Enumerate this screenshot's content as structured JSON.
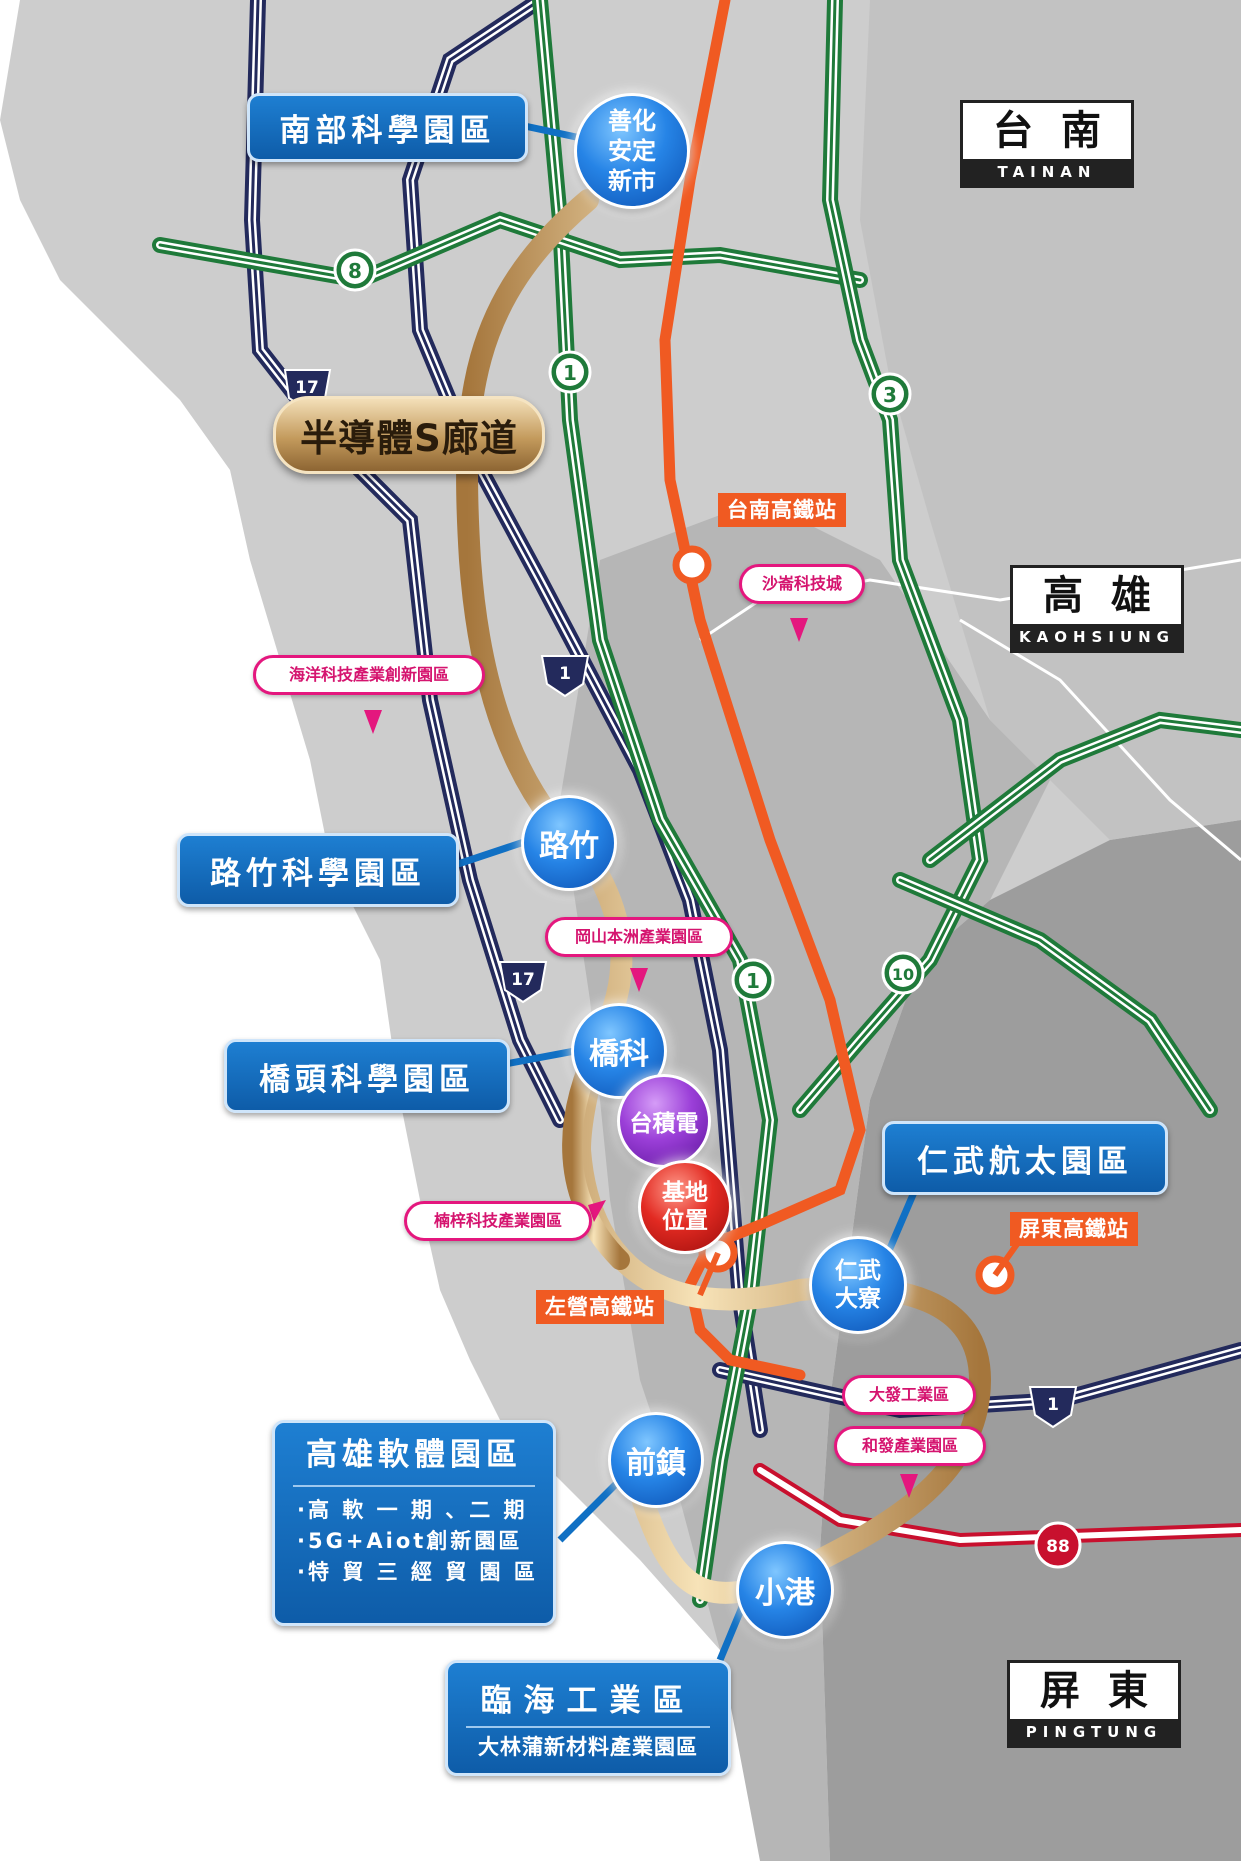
{
  "cities": {
    "tainan": {
      "cn": "台南",
      "en": "TAINAN"
    },
    "kaohsiung": {
      "cn": "高雄",
      "en": "KAOHSIUNG"
    },
    "pingtung": {
      "cn": "屏東",
      "en": "PINGTUNG"
    }
  },
  "corridor_title": "半導體S廊道",
  "science_parks": {
    "southern": "南部科學園區",
    "luzhu": "路竹科學園區",
    "qiaotou": "橋頭科學園區",
    "renwu": "仁武航太園區",
    "kaohsiung_software": {
      "title": "高雄軟體園區",
      "items": [
        "·高 軟 一 期 、二 期",
        "·5G+Aiot創新園區",
        "·特 貿 三 經 貿 園 區"
      ]
    },
    "linhai": {
      "title": "臨海工業區",
      "sub": "大林蒲新材料產業園區"
    }
  },
  "nodes": {
    "shanhua": [
      "善化",
      "安定",
      "新市"
    ],
    "luzhu": "路竹",
    "qiaoke": "橋科",
    "tsmc": "台積電",
    "site": [
      "基地",
      "位置"
    ],
    "renwu": [
      "仁武",
      "大寮"
    ],
    "qianzhen": "前鎮",
    "xiaogang": "小港"
  },
  "industrial_parks": {
    "ocean": "海洋科技產業創新園區",
    "shalun": "沙崙科技城",
    "gangshan": "岡山本洲產業園區",
    "nanzi": "楠梓科技產業園區",
    "dafa": "大發工業區",
    "hefa": "和發產業園區"
  },
  "hsr_stations": {
    "tainan": "台南高鐵站",
    "zuoying": "左營高鐵站",
    "pingtung": "屏東高鐵站"
  },
  "highways": {
    "national": [
      "1",
      "3",
      "8",
      "10"
    ],
    "provincial": [
      "17",
      "1",
      "17",
      "1",
      "88"
    ]
  },
  "colors": {
    "land": "#cdcdcd",
    "sea": "#ffffff",
    "east_land": "#9b9b9b",
    "green_hwy": "#1f7a3a",
    "navy_hwy": "#232a5c",
    "hsr": "#f05a22",
    "park_blue": "#1070c4",
    "pink": "#e4177e",
    "red_hwy": "#c8102e"
  }
}
